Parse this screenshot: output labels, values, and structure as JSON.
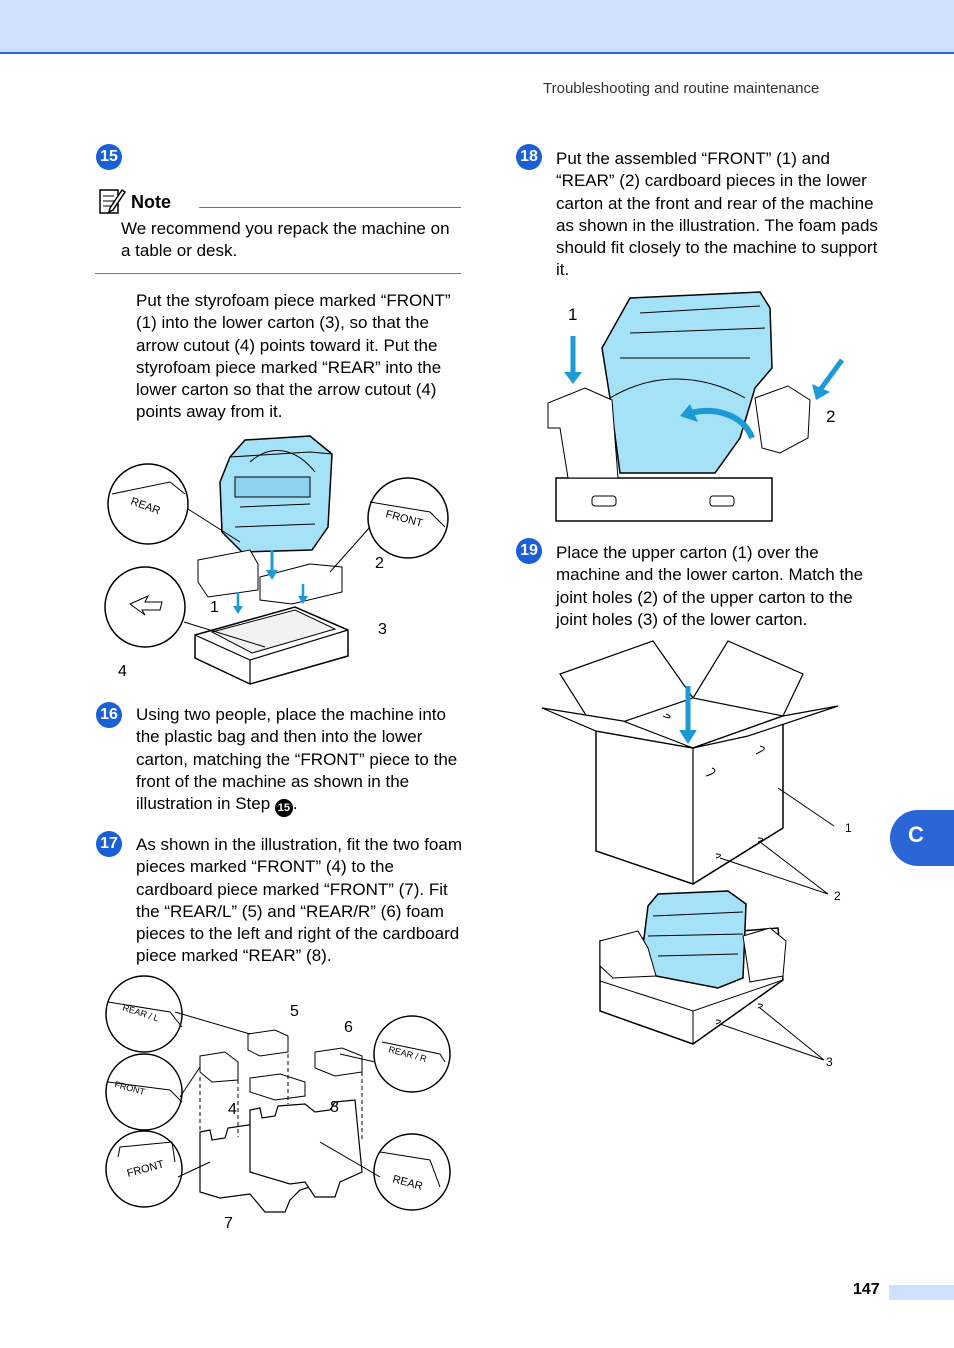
{
  "header": {
    "section": "Troubleshooting and routine maintenance"
  },
  "steps": {
    "s15": {
      "num": "15",
      "text": "Put the styrofoam piece marked “FRONT” (1) into the lower carton (3), so that the arrow cutout (4) points toward it. Put the styrofoam piece marked “REAR” into the lower carton so that the arrow cutout (4) points away from it."
    },
    "s16": {
      "num": "16",
      "text": "Using two people, place the machine into the plastic bag and then into the lower carton, matching the “FRONT” piece to the front of the machine as shown in the illustration in Step ",
      "ref": "15",
      "end": "."
    },
    "s17": {
      "num": "17",
      "text": "As shown in the illustration, fit the two foam pieces marked “FRONT” (4) to the cardboard piece marked “FRONT” (7). Fit the “REAR/L” (5) and “REAR/R” (6) foam pieces to the left and right of the cardboard piece marked “REAR” (8)."
    },
    "s18": {
      "num": "18",
      "text": "Put the assembled “FRONT” (1) and “REAR” (2) cardboard pieces in the lower carton at the front and rear of the machine as shown in the illustration. The foam pads should fit closely to the machine to support it."
    },
    "s19": {
      "num": "19",
      "text": "Place the upper carton (1) over the machine and the lower carton. Match the joint holes (2) of the upper carton to the joint holes (3) of the lower carton."
    }
  },
  "note": {
    "label": "Note",
    "text": "We recommend you repack the machine on a table or desk."
  },
  "illustrations": {
    "fig15": {
      "callouts": [
        "1",
        "2",
        "3",
        "4"
      ],
      "labels": [
        "REAR",
        "FRONT"
      ]
    },
    "fig17": {
      "callouts": [
        "4",
        "5",
        "6",
        "7",
        "8"
      ],
      "labels": [
        "REAR / L",
        "FRONT",
        "REAR / R",
        "FRONT",
        "REAR"
      ]
    },
    "fig18": {
      "callouts": [
        "1",
        "2"
      ]
    },
    "fig19": {
      "callouts": [
        "1",
        "2",
        "3"
      ]
    }
  },
  "side_tab": {
    "letter": "C"
  },
  "footer": {
    "page_number": "147"
  },
  "colors": {
    "accent": "#1b5fd6",
    "machine": "#a6e2f7",
    "bar": "#cfe0ff"
  }
}
